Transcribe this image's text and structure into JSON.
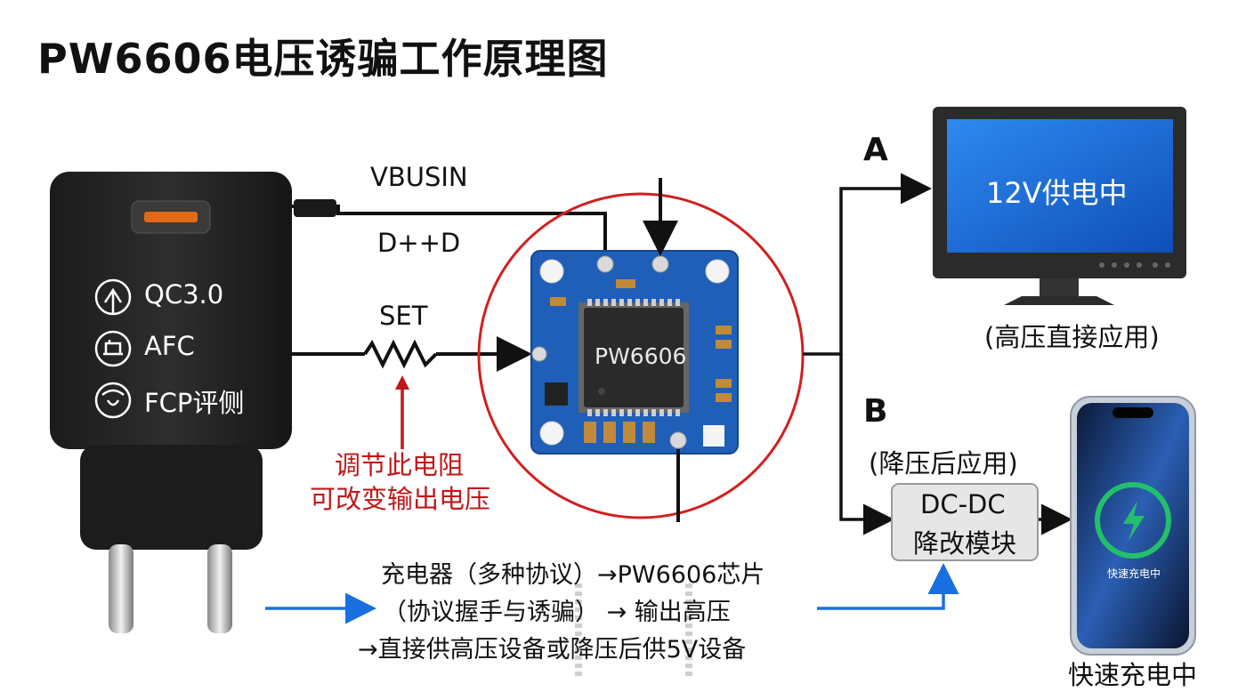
{
  "title": "PW6606电压诱骗工作原理图",
  "charger": {
    "protocols": [
      {
        "icon": "qc-icon",
        "label": "QC3.0"
      },
      {
        "icon": "afc-icon",
        "label": "AFC"
      },
      {
        "icon": "fcp-icon",
        "label": "FCP评侧"
      }
    ]
  },
  "signals": {
    "vbusin": "VBUSIN",
    "dpdm": "D++D",
    "set": "SET"
  },
  "resistor_note": {
    "line1": "调节此电阻",
    "line2": "可改变输出电压"
  },
  "chip": {
    "label": "PW6606"
  },
  "branch_a": {
    "letter": "A",
    "screen_text": "12V供电中",
    "caption": "(高压直接应用)"
  },
  "branch_b": {
    "letter": "B",
    "caption": "(降压后应用)",
    "dcdc_line1": "DC-DC",
    "dcdc_line2": "降改模块",
    "phone_screen": "快速充电中",
    "phone_caption": "快速充电中"
  },
  "flow": {
    "line1": "充电器（多种协议）→PW6606芯片",
    "line2": "（协议握手与诱骗） →  输出高压",
    "line3": "→直接供高压设备或降压后供5V设备"
  },
  "colors": {
    "accent_red": "#c01818",
    "flow_blue": "#1a6fe0",
    "pcb_blue": "#1f5fb8",
    "screen_blue": "#1769d8"
  }
}
